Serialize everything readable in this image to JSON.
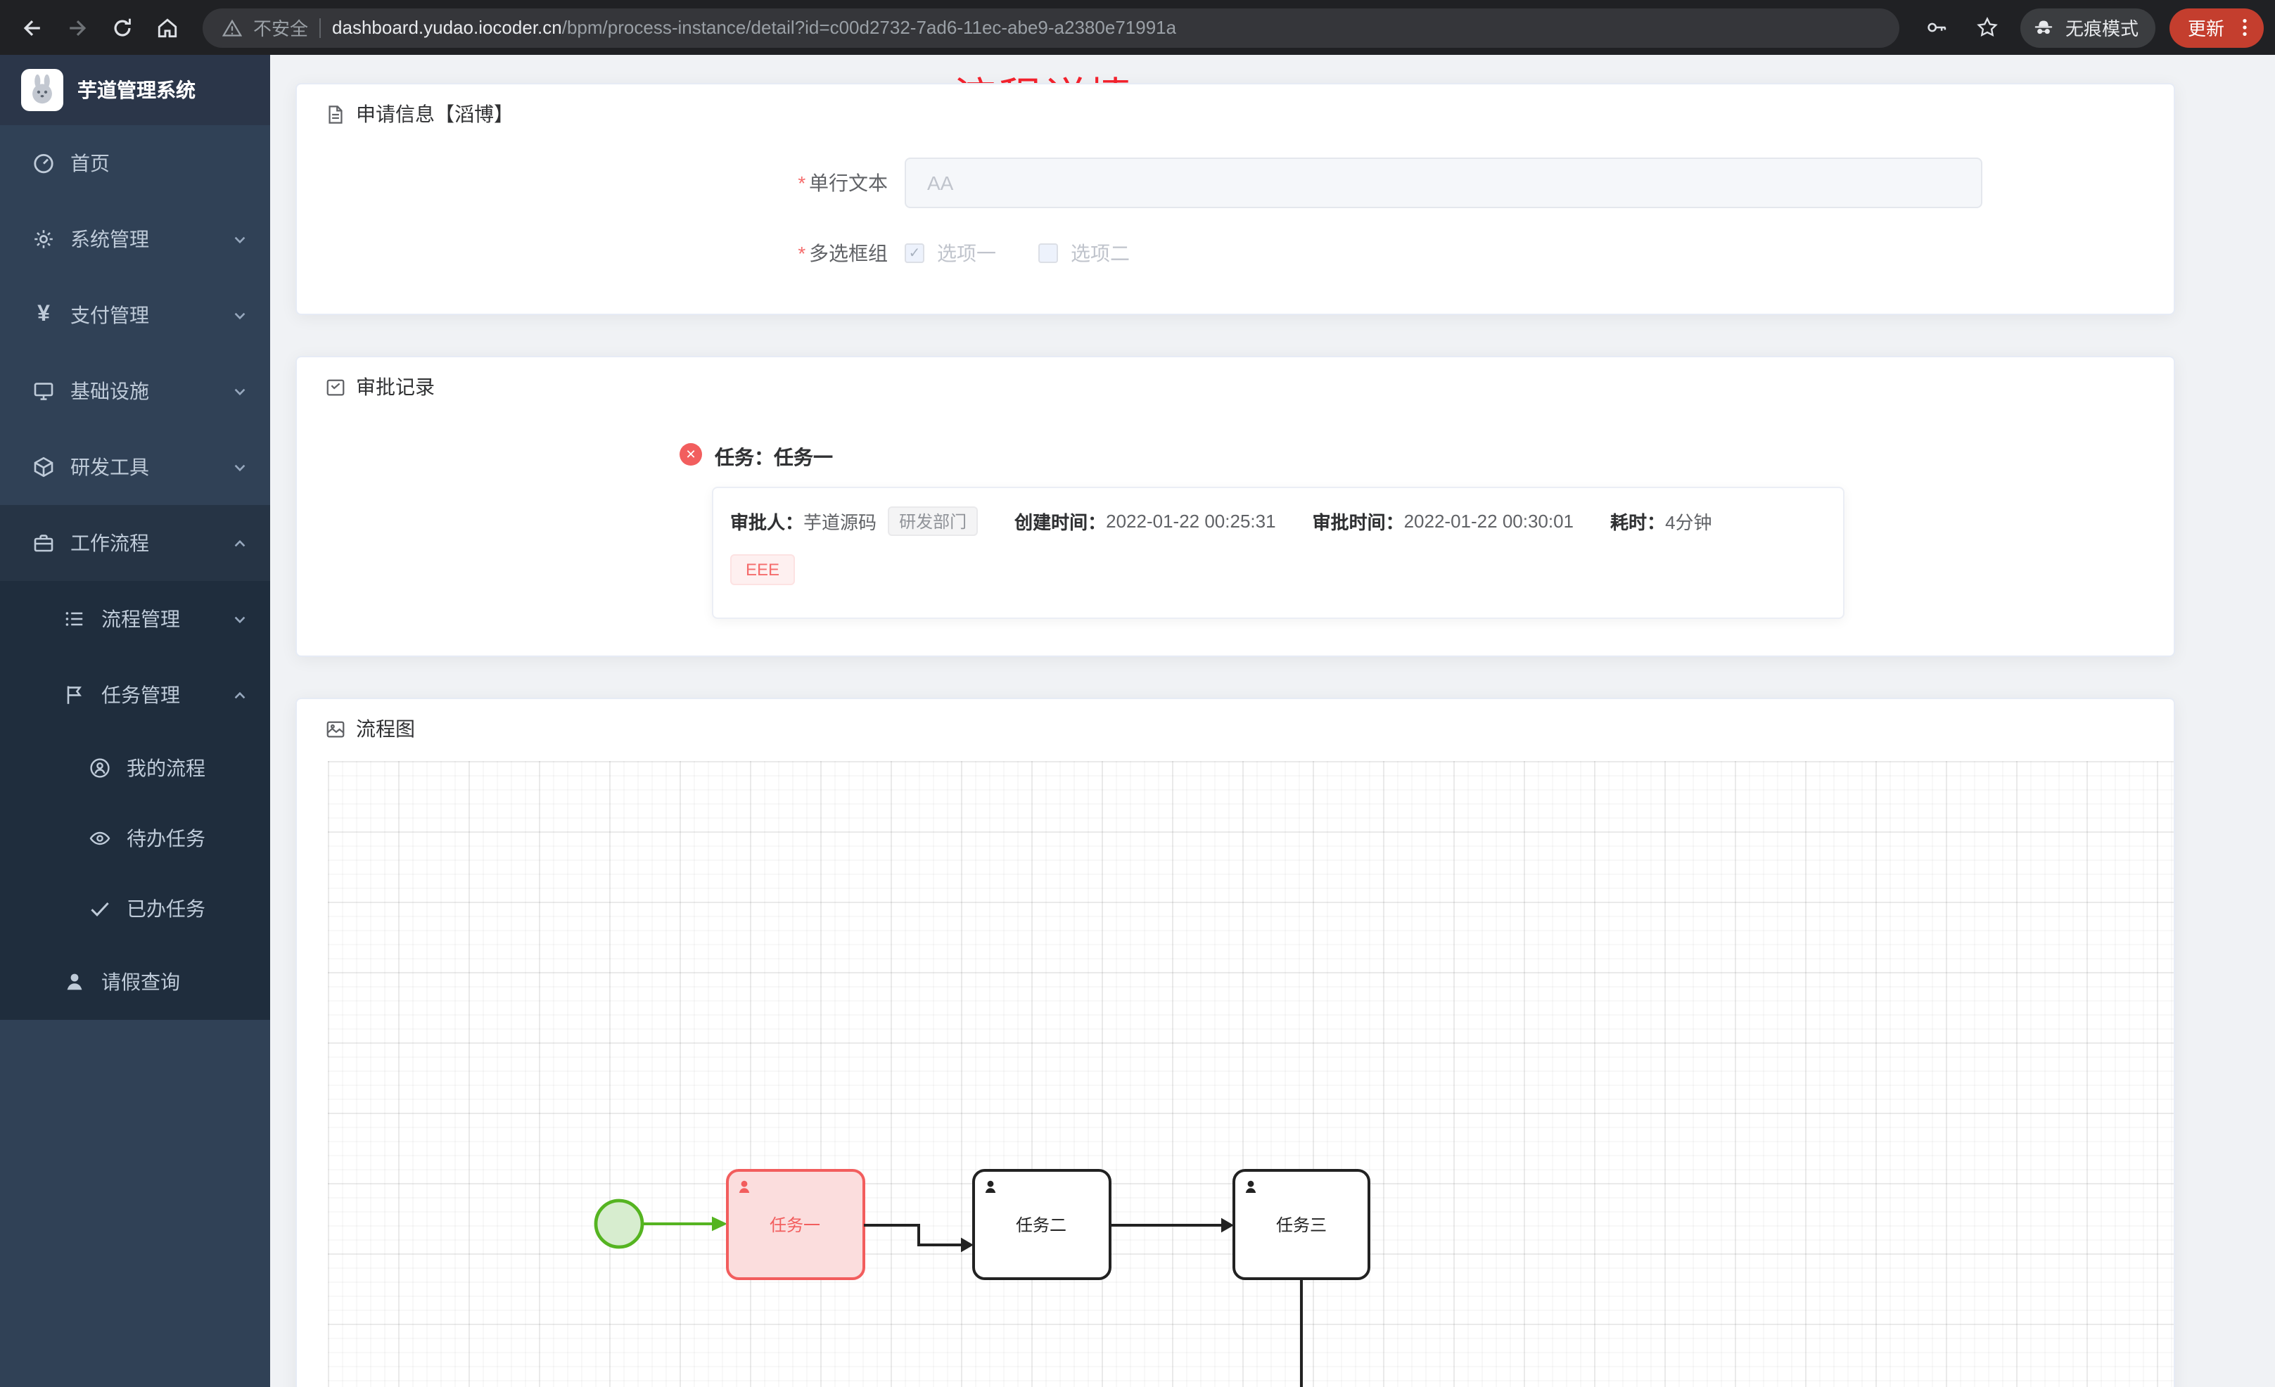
{
  "browser": {
    "security_label": "不安全",
    "url_domain": "dashboard.yudao.iocoder.cn",
    "url_path": "/bpm/process-instance/detail?id=c00d2732-7ad6-11ec-abe9-a2380e71991a",
    "incognito_label": "无痕模式",
    "update_label": "更新"
  },
  "sidebar": {
    "app_title": "芋道管理系统",
    "items": [
      {
        "label": "首页"
      },
      {
        "label": "系统管理"
      },
      {
        "label": "支付管理"
      },
      {
        "label": "基础设施"
      },
      {
        "label": "研发工具"
      },
      {
        "label": "工作流程"
      }
    ],
    "workflow_children": [
      {
        "label": "流程管理"
      },
      {
        "label": "任务管理"
      }
    ],
    "task_children": [
      {
        "label": "我的流程"
      },
      {
        "label": "待办任务"
      },
      {
        "label": "已办任务"
      }
    ],
    "leave_query": {
      "label": "请假查询"
    }
  },
  "page_title": "流程详情",
  "apply_card": {
    "title": "申请信息【滔博】",
    "text_field": {
      "label": "单行文本",
      "value": "AA"
    },
    "checkbox_group": {
      "label": "多选框组",
      "options": [
        {
          "label": "选项一",
          "checked": true
        },
        {
          "label": "选项二",
          "checked": false
        }
      ]
    }
  },
  "approval_card": {
    "title": "审批记录",
    "task_line": "任务：任务一",
    "approver_label": "审批人：",
    "approver_name": "芋道源码",
    "dept_tag": "研发部门",
    "created_label": "创建时间：",
    "created_time": "2022-01-22 00:25:31",
    "approved_label": "审批时间：",
    "approved_time": "2022-01-22 00:30:01",
    "duration_label": "耗时：",
    "duration_value": "4分钟",
    "comment_tag": "EEE"
  },
  "diagram_card": {
    "title": "流程图",
    "tasks": [
      {
        "label": "任务一",
        "status": "rejected"
      },
      {
        "label": "任务二",
        "status": "pending"
      },
      {
        "label": "任务三",
        "status": "pending"
      }
    ],
    "colors": {
      "rejected_stroke": "#f25d5d",
      "completed_green": "#55b421"
    }
  }
}
